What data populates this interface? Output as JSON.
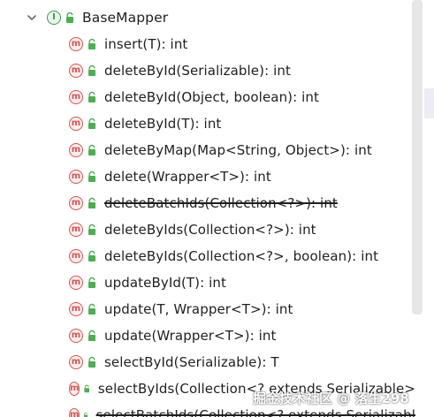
{
  "tree": {
    "root": {
      "label": "BaseMapper",
      "badge_letter": "I",
      "icon": "interface-icon",
      "expanded": true
    },
    "methods": [
      {
        "label": "insert(T): int",
        "deprecated": false
      },
      {
        "label": "deleteById(Serializable): int",
        "deprecated": false
      },
      {
        "label": "deleteById(Object, boolean): int",
        "deprecated": false
      },
      {
        "label": "deleteById(T): int",
        "deprecated": false
      },
      {
        "label": "deleteByMap(Map<String, Object>): int",
        "deprecated": false
      },
      {
        "label": "delete(Wrapper<T>): int",
        "deprecated": false
      },
      {
        "label": "deleteBatchIds(Collection<?>): int",
        "deprecated": true
      },
      {
        "label": "deleteByIds(Collection<?>): int",
        "deprecated": false
      },
      {
        "label": "deleteByIds(Collection<?>, boolean): int",
        "deprecated": false
      },
      {
        "label": "updateById(T): int",
        "deprecated": false
      },
      {
        "label": "update(T, Wrapper<T>): int",
        "deprecated": false
      },
      {
        "label": "update(Wrapper<T>): int",
        "deprecated": false
      },
      {
        "label": "selectById(Serializable): T",
        "deprecated": false
      },
      {
        "label": "selectByIds(Collection<? extends Serializable>",
        "deprecated": false
      },
      {
        "label": "selectBatchIds(Collection<? extends Serializabl",
        "deprecated": true
      }
    ],
    "method_badge_letter": "m"
  },
  "watermark": {
    "text": "掘金技术社区 @ 落生298"
  },
  "colors": {
    "interface_green": "#3f9a4b",
    "method_red": "#d9534f",
    "lock_green": "#4caf50",
    "scrollbar": "#e6e6e6"
  }
}
